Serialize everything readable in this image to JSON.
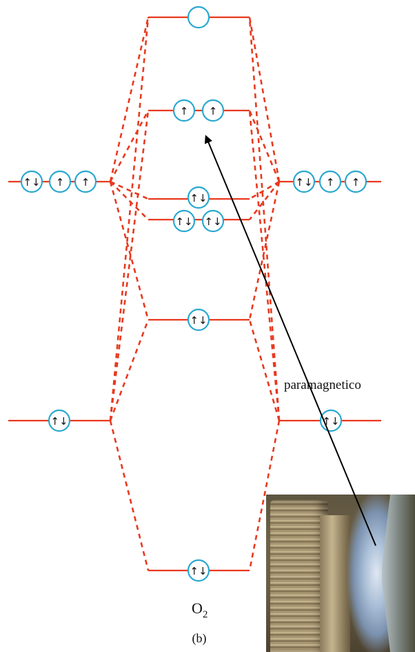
{
  "molecule_label": "O",
  "molecule_subscript": "2",
  "panel_label": "(b)",
  "annotation": "paramagnetico",
  "orbital_fillings": {
    "sigma_star_2p": [
      ""
    ],
    "pi_star_2p": [
      "↑",
      "↑"
    ],
    "sigma_2p": [
      "↑↓"
    ],
    "pi_2p": [
      "↑↓",
      "↑↓"
    ],
    "sigma_star_2s": [
      "↑↓"
    ],
    "sigma_2s": [
      "↑↓"
    ],
    "left_atom_2p": [
      "↑↓",
      "↑",
      "↑"
    ],
    "right_atom_2p": [
      "↑↓",
      "↑",
      "↑"
    ],
    "left_atom_2s": [
      "↑↓"
    ],
    "right_atom_2s": [
      "↑↓"
    ]
  },
  "colors": {
    "energy_level": "#e8391e",
    "orbital_circle": "#2aa8cf",
    "text": "#111111"
  },
  "photo_subject": "liquid-oxygen-between-magnet-poles"
}
